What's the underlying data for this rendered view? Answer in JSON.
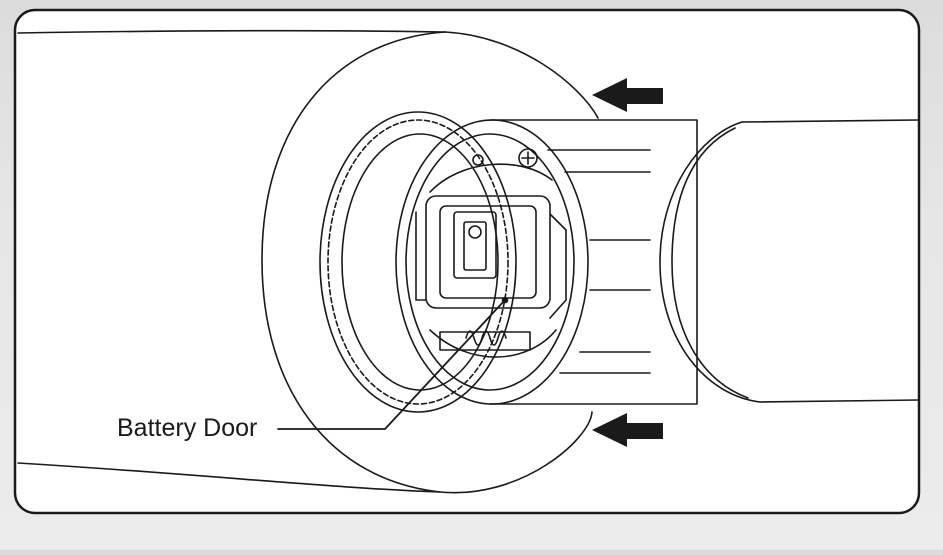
{
  "callout": {
    "label": "Battery Door"
  },
  "arrows": {
    "direction": "left",
    "count": 2
  },
  "colors": {
    "line": "#1a1a1a",
    "panel": "#ffffff",
    "background": "#e2e2e2"
  }
}
